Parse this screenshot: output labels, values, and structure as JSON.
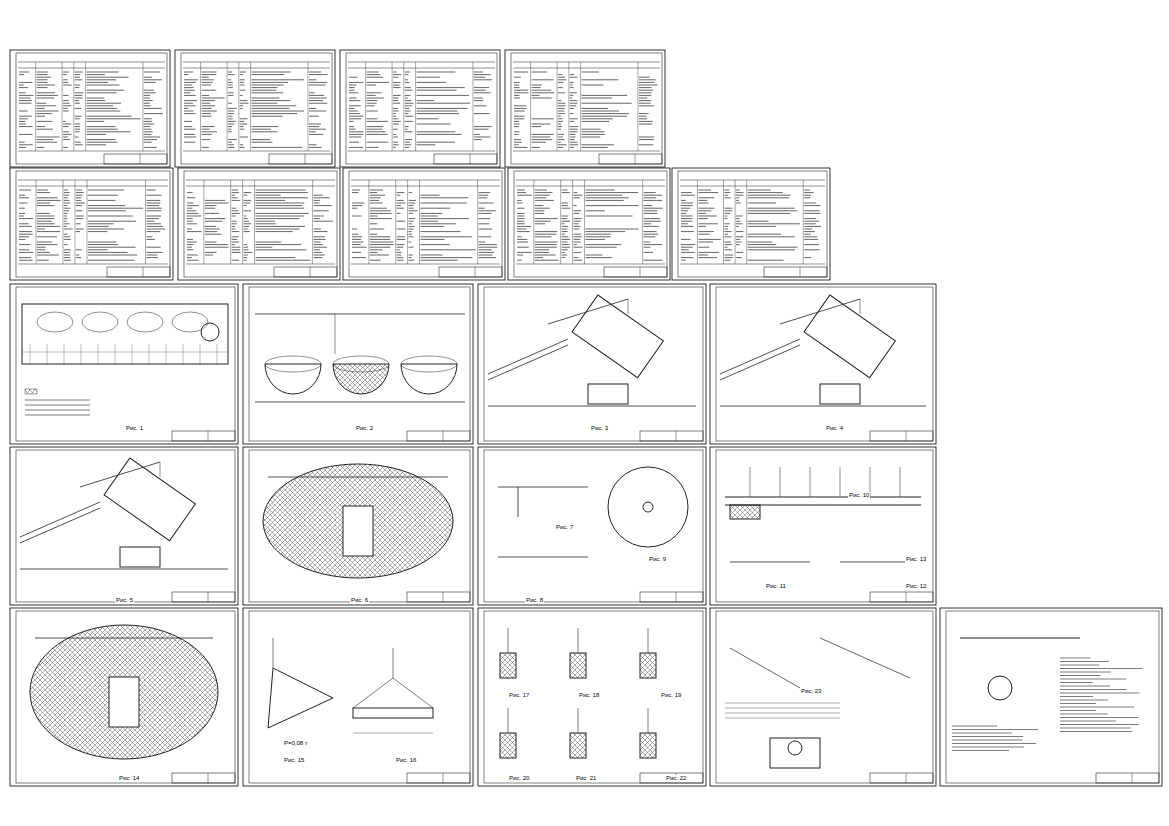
{
  "diagram": {
    "labels": [
      "Рис. 1",
      "Рис. 2",
      "Рис. 3",
      "Рис. 4",
      "Рис. 5",
      "Рис. 6",
      "Рис. 7",
      "Рис. 8",
      "Рис. 9",
      "Рис. 10",
      "Рис. 11",
      "Рис. 12",
      "Рис. 13",
      "Рис. 14",
      "Рис. 15",
      "Рис. 16",
      "Рис. 17",
      "Рис. 18",
      "Рис. 19",
      "Рис. 20",
      "Рис. 21",
      "Рис. 22",
      "Рис. 23",
      "Р=0,08 т"
    ]
  }
}
